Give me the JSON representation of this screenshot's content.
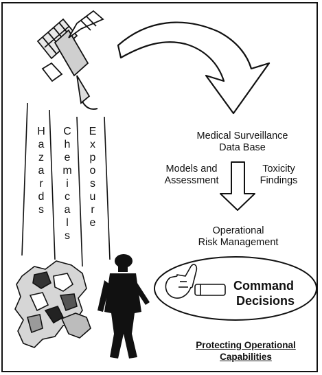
{
  "diagram": {
    "vertical_words": [
      "Hazards",
      "Chemicals",
      "Exposure"
    ],
    "data_base": [
      "Medical Surveillance",
      "Data Base"
    ],
    "left_input": [
      "Models and",
      "Assessment"
    ],
    "right_input": [
      "Toxicity",
      "Findings"
    ],
    "risk_management": [
      "Operational",
      "Risk Management"
    ],
    "command_decisions": [
      "Command",
      "Decisions"
    ],
    "footer": [
      "Protecting Operational",
      "Capabilities"
    ],
    "icons": [
      "satellite-icon",
      "curved-arrow-icon",
      "down-arrow-icon",
      "map-icon",
      "soldier-icon",
      "thumbs-up-icon"
    ]
  }
}
